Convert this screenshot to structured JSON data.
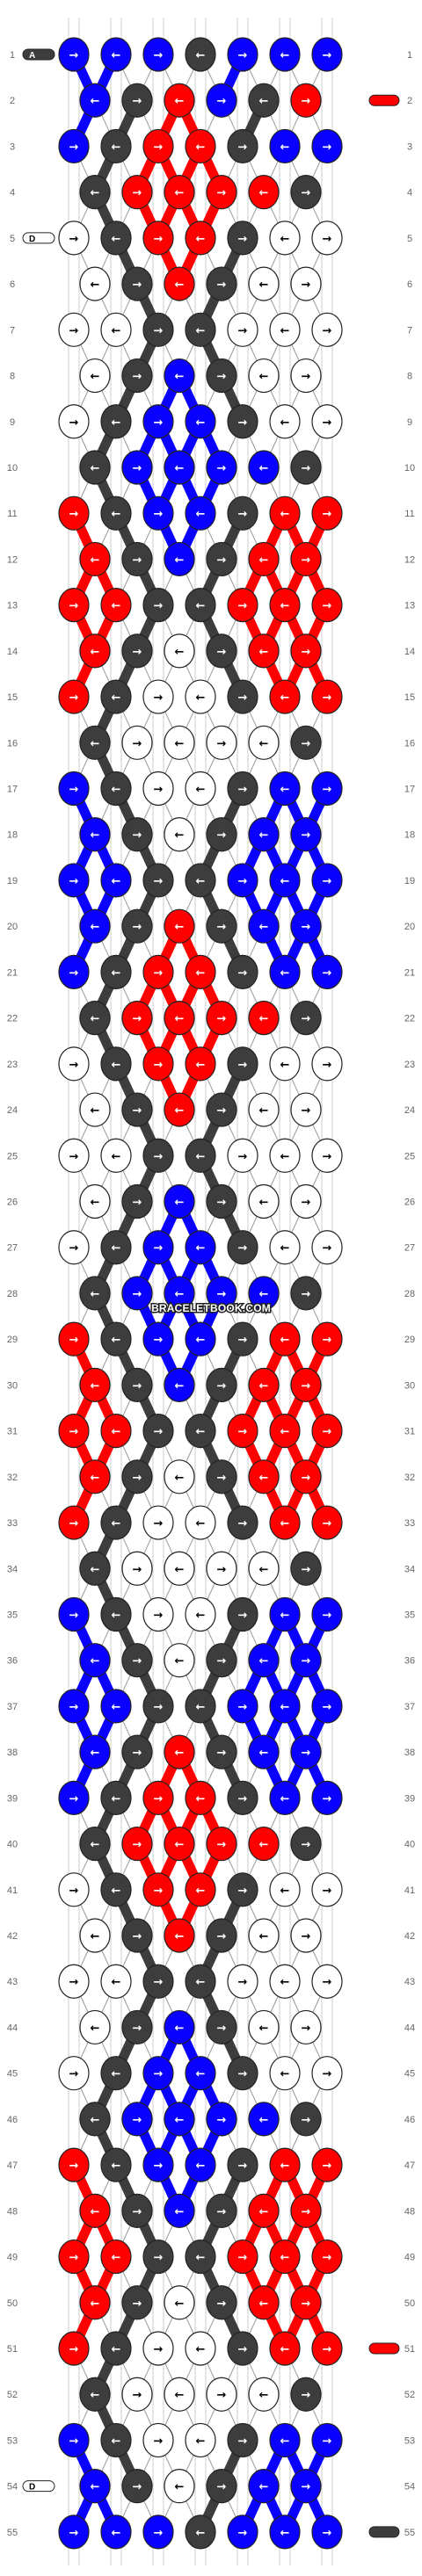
{
  "watermark": "BRACELETBOOK.COM",
  "strand_labels": {
    "A": "A",
    "D": "D"
  },
  "row_count": 55,
  "colors": {
    "dark": "#3d3d3d",
    "blue": "#0a00ff",
    "red": "#ff0000",
    "white": "#ffffff",
    "outline": "#222222",
    "rownum": "#666666"
  },
  "end_markers": {
    "left": {
      "1": "A",
      "5": "D",
      "54": "D"
    },
    "right": {
      "2": "red",
      "51": "red",
      "55": "dark"
    }
  },
  "knots": [
    [
      "B",
      "B",
      "B",
      "D",
      "B",
      "B",
      "B"
    ],
    [
      "B",
      "D",
      "R",
      "B",
      "D",
      "R"
    ],
    [
      "B",
      "D",
      "R",
      "R",
      "D",
      "B",
      "B"
    ],
    [
      "D",
      "R",
      "R",
      "R",
      "R",
      "D"
    ],
    [
      "W",
      "D",
      "R",
      "R",
      "D",
      "W",
      "W"
    ],
    [
      "W",
      "D",
      "R",
      "D",
      "W",
      "W"
    ],
    [
      "W",
      "W",
      "D",
      "D",
      "W",
      "W",
      "W"
    ],
    [
      "W",
      "D",
      "B",
      "D",
      "W",
      "W"
    ],
    [
      "W",
      "D",
      "B",
      "B",
      "D",
      "W",
      "W"
    ],
    [
      "D",
      "B",
      "B",
      "B",
      "B",
      "D"
    ],
    [
      "R",
      "D",
      "B",
      "B",
      "D",
      "R",
      "R"
    ],
    [
      "R",
      "D",
      "B",
      "D",
      "R",
      "R"
    ],
    [
      "R",
      "R",
      "D",
      "D",
      "R",
      "R",
      "R"
    ],
    [
      "R",
      "D",
      "W",
      "D",
      "R",
      "R"
    ],
    [
      "R",
      "D",
      "W",
      "W",
      "D",
      "R",
      "R"
    ],
    [
      "D",
      "W",
      "W",
      "W",
      "W",
      "D"
    ],
    [
      "B",
      "D",
      "W",
      "W",
      "D",
      "B",
      "B"
    ],
    [
      "B",
      "D",
      "W",
      "D",
      "B",
      "B"
    ],
    [
      "B",
      "B",
      "D",
      "D",
      "B",
      "B",
      "B"
    ],
    [
      "B",
      "D",
      "R",
      "D",
      "B",
      "B"
    ],
    [
      "B",
      "D",
      "R",
      "R",
      "D",
      "B",
      "B"
    ],
    [
      "D",
      "R",
      "R",
      "R",
      "R",
      "D"
    ],
    [
      "W",
      "D",
      "R",
      "R",
      "D",
      "W",
      "W"
    ],
    [
      "W",
      "D",
      "R",
      "D",
      "W",
      "W"
    ],
    [
      "W",
      "W",
      "D",
      "D",
      "W",
      "W",
      "W"
    ],
    [
      "W",
      "D",
      "B",
      "D",
      "W",
      "W"
    ],
    [
      "W",
      "D",
      "B",
      "B",
      "D",
      "W",
      "W"
    ],
    [
      "D",
      "B",
      "B",
      "B",
      "B",
      "D"
    ],
    [
      "R",
      "D",
      "B",
      "B",
      "D",
      "R",
      "R"
    ],
    [
      "R",
      "D",
      "B",
      "D",
      "R",
      "R"
    ],
    [
      "R",
      "R",
      "D",
      "D",
      "R",
      "R",
      "R"
    ],
    [
      "R",
      "D",
      "W",
      "D",
      "R",
      "R"
    ],
    [
      "R",
      "D",
      "W",
      "W",
      "D",
      "R",
      "R"
    ],
    [
      "D",
      "W",
      "W",
      "W",
      "W",
      "D"
    ],
    [
      "B",
      "D",
      "W",
      "W",
      "D",
      "B",
      "B"
    ],
    [
      "B",
      "D",
      "W",
      "D",
      "B",
      "B"
    ],
    [
      "B",
      "B",
      "D",
      "D",
      "B",
      "B",
      "B"
    ],
    [
      "B",
      "D",
      "R",
      "D",
      "B",
      "B"
    ],
    [
      "B",
      "D",
      "R",
      "R",
      "D",
      "B",
      "B"
    ],
    [
      "D",
      "R",
      "R",
      "R",
      "R",
      "D"
    ],
    [
      "W",
      "D",
      "R",
      "R",
      "D",
      "W",
      "W"
    ],
    [
      "W",
      "D",
      "R",
      "D",
      "W",
      "W"
    ],
    [
      "W",
      "W",
      "D",
      "D",
      "W",
      "W",
      "W"
    ],
    [
      "W",
      "D",
      "B",
      "D",
      "W",
      "W"
    ],
    [
      "W",
      "D",
      "B",
      "B",
      "D",
      "W",
      "W"
    ],
    [
      "D",
      "B",
      "B",
      "B",
      "B",
      "D"
    ],
    [
      "R",
      "D",
      "B",
      "B",
      "D",
      "R",
      "R"
    ],
    [
      "R",
      "D",
      "B",
      "D",
      "R",
      "R"
    ],
    [
      "R",
      "R",
      "D",
      "D",
      "R",
      "R",
      "R"
    ],
    [
      "R",
      "D",
      "W",
      "D",
      "R",
      "R"
    ],
    [
      "R",
      "D",
      "W",
      "W",
      "D",
      "R",
      "R"
    ],
    [
      "D",
      "W",
      "W",
      "W",
      "W",
      "D"
    ],
    [
      "B",
      "D",
      "W",
      "W",
      "D",
      "B",
      "B"
    ],
    [
      "B",
      "D",
      "W",
      "D",
      "B",
      "B"
    ],
    [
      "B",
      "B",
      "B",
      "D",
      "B",
      "B",
      "B"
    ]
  ]
}
